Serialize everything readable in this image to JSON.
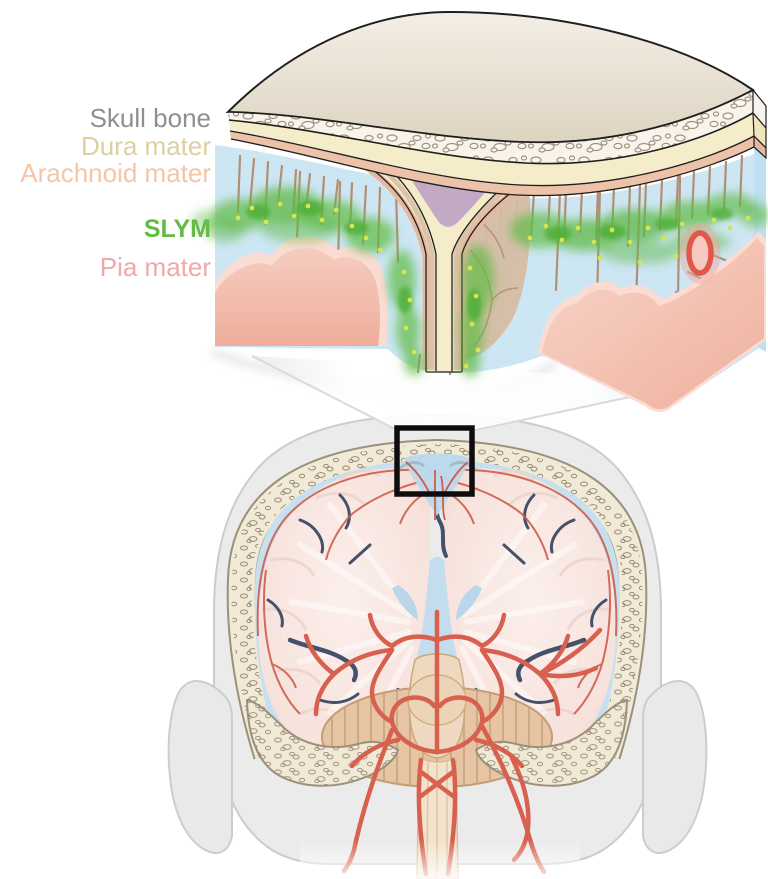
{
  "figure": {
    "type": "anatomical-diagram",
    "subject": "Meningeal layers of the brain (inset magnified from coronal head section)",
    "labels": [
      {
        "id": "skull-bone",
        "text": "Skull bone",
        "color": "#8f8f8f",
        "bold": false
      },
      {
        "id": "dura-mater",
        "text": "Dura mater",
        "color": "#ddd0a0",
        "bold": false
      },
      {
        "id": "arachnoid-mater",
        "text": "Arachnoid mater",
        "color": "#f4c5a6",
        "bold": false
      },
      {
        "id": "slym",
        "text": "SLYM",
        "color": "#64bb45",
        "bold": true
      },
      {
        "id": "pia-mater",
        "text": "Pia mater",
        "color": "#f0a8a8",
        "bold": false
      }
    ],
    "palette": {
      "skull_cream": "#f1ead7",
      "trabecular_outline": "#a2927c",
      "dura_tan": "#f5ecca",
      "arachnoid_peach": "#ecc2a8",
      "csf_blue": "#cde6f4",
      "slym_green": "#5fba45",
      "slym_dot_yellow": "#d6e44e",
      "pia_pink": "#fadcd2",
      "brain_pink": "#f2c3b6",
      "sinus_purple": "#c2aac4",
      "vessel_red": "#d8604e",
      "sulci_slate": "#44516a",
      "head_gray": "#ebebeb"
    }
  }
}
